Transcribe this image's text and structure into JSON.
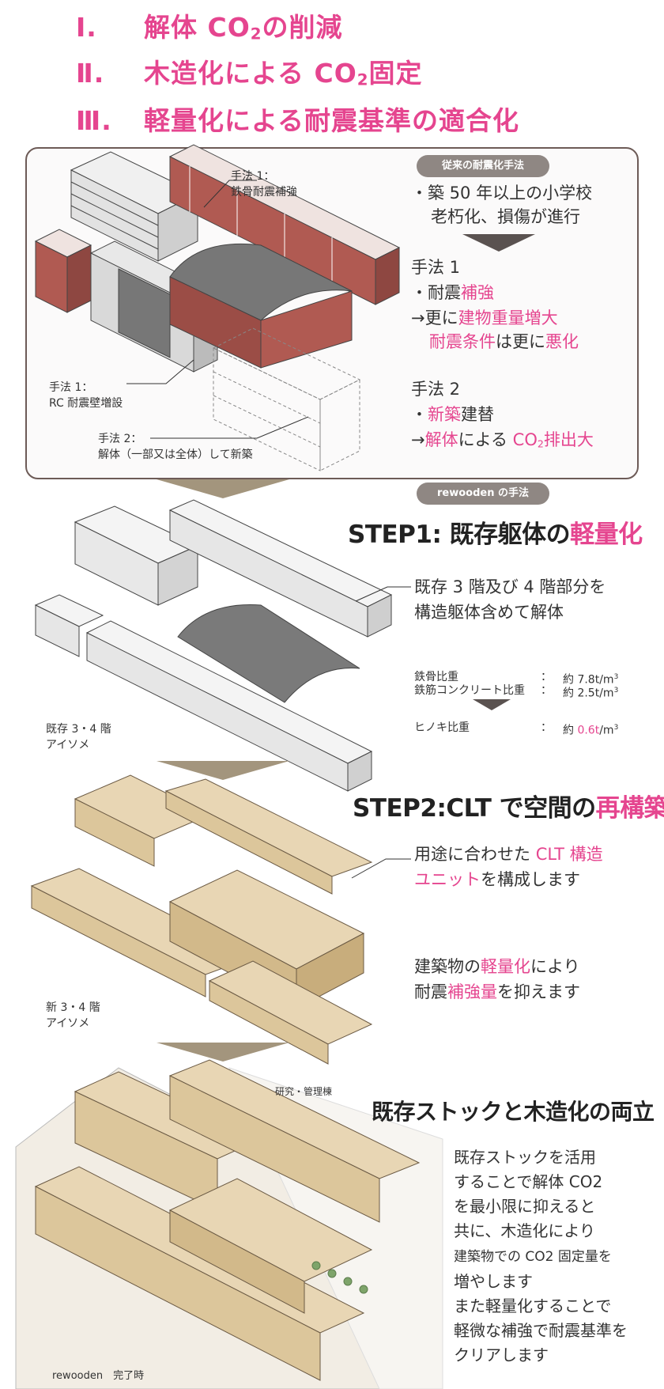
{
  "goals": [
    {
      "num": "Ⅰ.",
      "pre": "解体 CO",
      "sub": "2",
      "post": "の削減"
    },
    {
      "num": "Ⅱ.",
      "pre": "木造化による CO",
      "sub": "2",
      "post": "固定"
    },
    {
      "num": "Ⅲ.",
      "pre": "軽量化による耐震基準の適合化",
      "sub": "",
      "post": ""
    }
  ],
  "conventional": {
    "pill": "従来の耐震化手法",
    "bullet1_line1": "・築 50 年以上の小学校",
    "bullet1_line2": "老朽化、損傷が進行",
    "method1_title": "手法 1",
    "method1_a_pre": "・耐震",
    "method1_a_pink": "補強",
    "method1_b_pre": "→更に",
    "method1_b_pink": "建物重量増大",
    "method1_c_pink1": "耐震条件",
    "method1_c_mid": "は更に",
    "method1_c_pink2": "悪化",
    "method2_title": "手法 2",
    "method2_a_pre": "・",
    "method2_a_pink": "新築",
    "method2_a_post": "建替",
    "method2_b_pre": "→",
    "method2_b_pink1": "解体",
    "method2_b_mid": "による ",
    "method2_b_pink2": "CO",
    "method2_b_sub": "2",
    "method2_b_pink3": "排出大",
    "callout_steel_1": "手法 1：",
    "callout_steel_2": "鉄骨耐震補強",
    "callout_rc_1": "手法 1：",
    "callout_rc_2": "RC 耐震壁増設",
    "callout_demo_1": "手法 2：",
    "callout_demo_2": "解体（一部又は全体）して新築"
  },
  "rewooden": {
    "pill": "rewooden の手法",
    "step1_pre": "STEP1: 既存躯体の",
    "step1_pink": "軽量化",
    "step1_desc_line1": "既存 3 階及び 4 階部分を",
    "step1_desc_line2": "構造躯体含めて解体",
    "weights": [
      {
        "label": "鉄骨比重",
        "value": "約 7.8t/m",
        "pink": ""
      },
      {
        "label": "鉄筋コンクリート比重",
        "value": "約 2.5t/m",
        "pink": ""
      },
      {
        "label": "ヒノキ比重",
        "value": "約 ",
        "pink": "0.6t",
        "unit": "/m"
      }
    ],
    "cube": "3",
    "colon": "：",
    "existing_label_1": "既存 3・4 階",
    "existing_label_2": "アイソメ",
    "step2_pre": "STEP2:CLT で空間の",
    "step2_pink": "再構築",
    "step2_desc1_pre": "用途に合わせた ",
    "step2_desc1_pink": "CLT 構造",
    "step2_desc2_pink": "ユニット",
    "step2_desc2_post": "を構成します",
    "step2_desc3_pre": "建築物の",
    "step2_desc3_pink": "軽量化",
    "step2_desc3_post": "により",
    "step2_desc4_pre": "耐震",
    "step2_desc4_pink": "補強量",
    "step2_desc4_post": "を抑えます",
    "new_label_1": "新 3・4 階",
    "new_label_2": "アイソメ",
    "final_title": "既存ストックと木造化の両立",
    "research_label": "研究・管理棟",
    "final_desc": [
      "既存ストックを活用",
      "することで解体 CO2",
      "を最小限に抑えると",
      "共に、木造化により",
      "建築物での CO2 固定量を",
      "増やします",
      "また軽量化することで",
      "軽微な補強で耐震基準を",
      "クリアします"
    ],
    "completion_label": "rewooden　完了時"
  },
  "colors": {
    "accent_pink": "#e5458f",
    "panel_border": "#6d5b57",
    "pill": "#8f8783",
    "wood": "#e8d6b4",
    "brick": "#b05a52"
  }
}
